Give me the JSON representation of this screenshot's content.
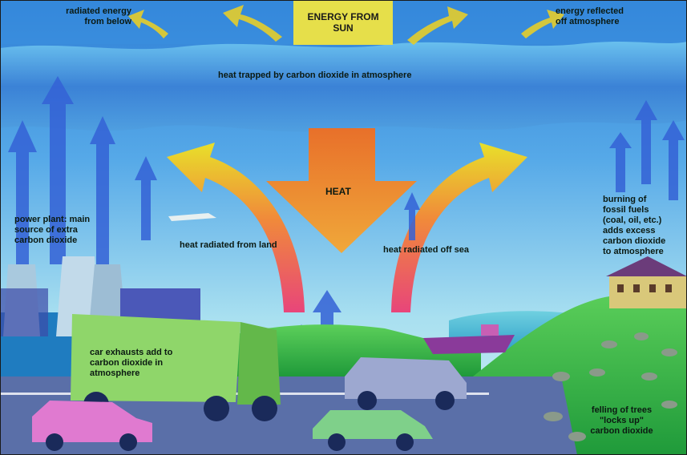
{
  "labels": {
    "sun": "ENERGY FROM\nSUN",
    "radiated_below": "radiated energy\nfrom below",
    "reflected": "energy reflected\noff atmosphere",
    "trapped": "heat trapped by carbon dioxide in atmosphere",
    "heat": "HEAT",
    "power_plant": "power plant: main\nsource of extra\ncarbon dioxide",
    "land": "heat radiated from land",
    "sea": "heat radiated off sea",
    "fossil": "burning of\nfossil fuels\n(coal, oil, etc.)\nadds excess\ncarbon dioxide\nto atmosphere",
    "car": "car exhausts add to\ncarbon dioxide in\natmosphere",
    "trees": "felling of trees\n\"locks up\"\ncarbon dioxide"
  },
  "colors": {
    "sky_top": "#3a8fe0",
    "sky_bottom": "#bfe9f2",
    "atmosphere": "#3d86d8",
    "heat_orange": "#f08a2a",
    "heat_red": "#e8456a",
    "arrow_yellow": "#e8d02a",
    "co2_blue": "#2f5fd8",
    "grass": "#39b84a",
    "truck": "#8fd66a",
    "road": "#5a6fa8"
  }
}
